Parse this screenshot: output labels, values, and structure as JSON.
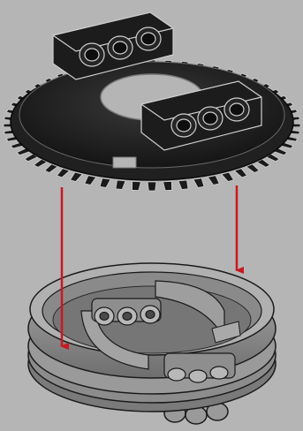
{
  "scene": {
    "background": "#b5b5b5",
    "parts": [
      {
        "name": "turntable-top-gear",
        "color": "#1f1f1f",
        "teeth": 56
      },
      {
        "name": "turntable-base-ring",
        "color": "#8e8e8e"
      }
    ],
    "arrows": {
      "color": "#c8191f",
      "count": 2,
      "direction": "down"
    }
  }
}
